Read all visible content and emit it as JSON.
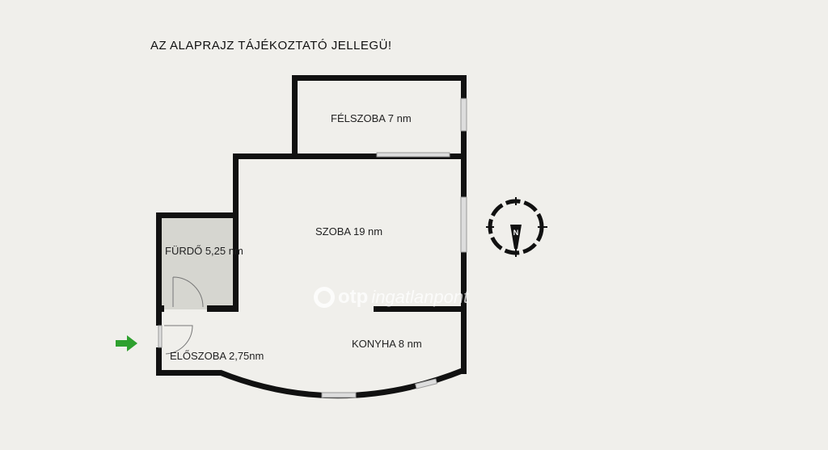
{
  "title": "AZ ALAPRAJZ TÁJÉKOZTATÓ JELLEGÜ!",
  "rooms": {
    "felszoba": "FÉLSZOBA 7 nm",
    "szoba": "SZOBA 19 nm",
    "furdo": "FÜRDŐ 5,25 nm",
    "konyha": "KONYHA 8 nm",
    "eloszoba": "ELŐSZOBA 2,75nm"
  },
  "watermark": {
    "brand": "otp",
    "suffix": "ingatlanpont"
  },
  "compass": {
    "label": "N"
  },
  "colors": {
    "wall": "#111111",
    "entrance_arrow": "#2ea02e",
    "bath_floor": "#d6d6d0"
  }
}
